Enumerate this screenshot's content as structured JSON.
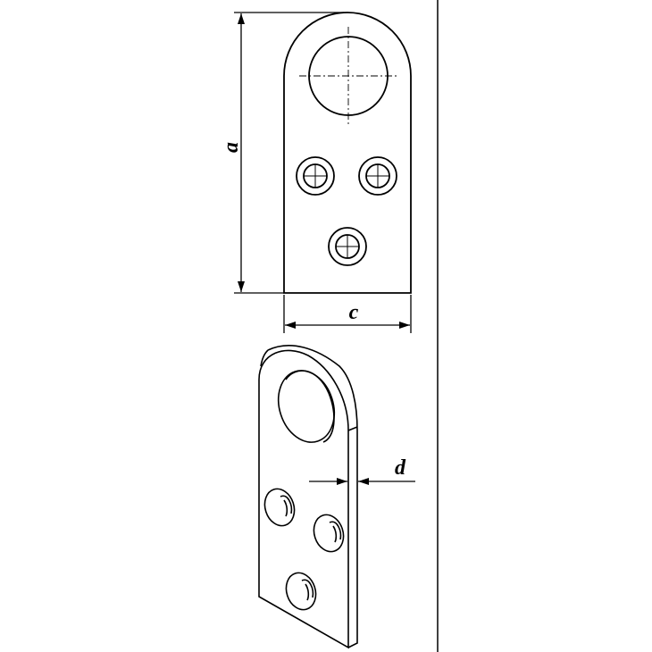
{
  "labels": {
    "a": "a",
    "c": "c",
    "d": "d"
  },
  "colors": {
    "line": "#000000",
    "background": "#ffffff"
  }
}
